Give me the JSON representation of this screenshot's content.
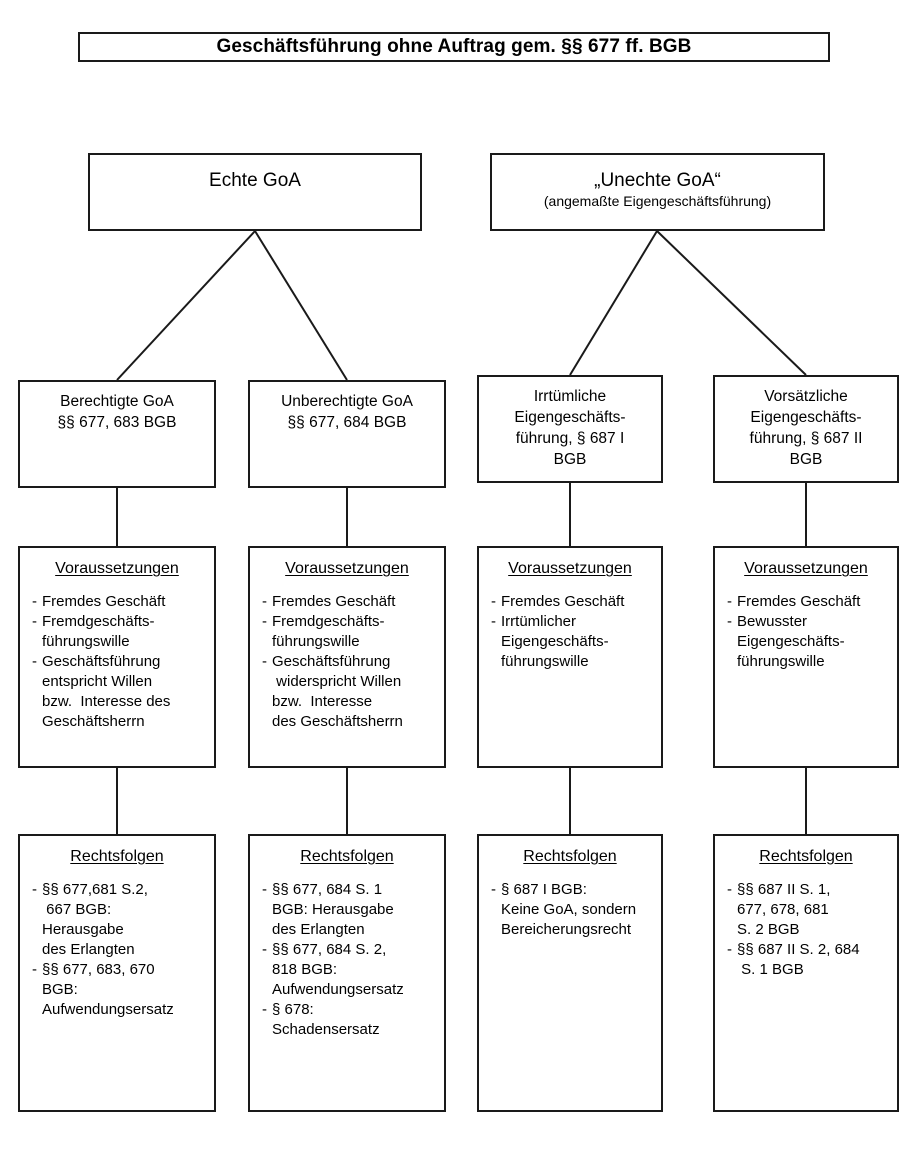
{
  "title": "Geschäftsführung ohne Auftrag gem. §§ 677 ff. BGB",
  "level1": [
    {
      "main": "Echte GoA",
      "sub": ""
    },
    {
      "main": "„Unechte GoA“",
      "sub": "(angemaßte Eigengeschäftsführung)"
    }
  ],
  "level2": [
    {
      "text": "Berechtigte GoA\n§§ 677, 683 BGB"
    },
    {
      "text": "Unberechtigte GoA\n§§ 677, 684 BGB"
    },
    {
      "text": "Irrtümliche\nEigengeschäfts-\nführung, § 687 I\nBGB"
    },
    {
      "text": "Vorsätzliche\nEigengeschäfts-\nführung, § 687 II\nBGB"
    }
  ],
  "level3_heading": "Voraussetzungen",
  "level3": [
    {
      "bullets": [
        "Fremdes Geschäft",
        "Fremdgeschäfts-\nführungswille",
        "Geschäftsführung\nentspricht Willen\nbzw.  Interesse des\nGeschäftsherrn"
      ]
    },
    {
      "bullets": [
        "Fremdes Geschäft",
        "Fremdgeschäfts-\nführungswille",
        "Geschäftsführung\n widerspricht Willen\nbzw.  Interesse\ndes Geschäftsherrn"
      ]
    },
    {
      "bullets": [
        "Fremdes Geschäft",
        "Irrtümlicher\nEigengeschäfts-\nführungswille"
      ]
    },
    {
      "bullets": [
        "Fremdes Geschäft",
        "Bewusster\nEigengeschäfts-\nführungswille"
      ]
    }
  ],
  "level4_heading": "Rechtsfolgen",
  "level4": [
    {
      "bullets": [
        "§§ 677,681 S.2,\n 667 BGB:\nHerausgabe\ndes Erlangten",
        "§§ 677, 683, 670\nBGB:\nAufwendungsersatz"
      ]
    },
    {
      "bullets": [
        "§§ 677, 684 S. 1\nBGB: Herausgabe\ndes Erlangten",
        "§§ 677, 684 S. 2,\n818 BGB:\nAufwendungsersatz",
        "§ 678:\nSchadensersatz"
      ]
    },
    {
      "bullets": [
        "§ 687 I BGB:\nKeine GoA, sondern\nBereicherungsrecht"
      ]
    },
    {
      "bullets": [
        "§§ 687 II S. 1,\n677, 678, 681\nS. 2 BGB",
        "§§ 687 II S. 2, 684\n S. 1 BGB"
      ]
    }
  ],
  "bullet_marker": "-",
  "colors": {
    "stroke": "#1a1a1a",
    "background": "#ffffff",
    "text": "#000000"
  }
}
